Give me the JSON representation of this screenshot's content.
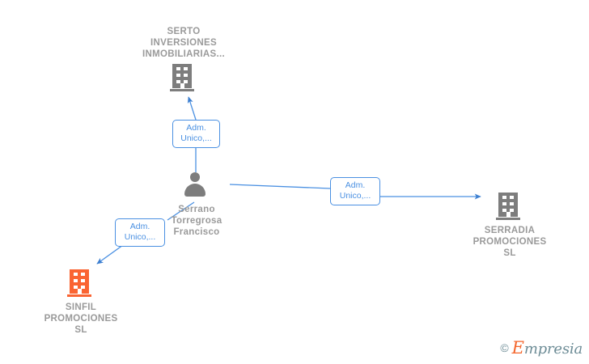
{
  "diagram": {
    "title": "Serrano Torregrosa Francisco - corporate relations graph",
    "colors": {
      "edge": "#4a90e2",
      "chip_border": "#4a90e2",
      "chip_text": "#4a90e2",
      "node_gray": "#7d7d7d",
      "node_highlight_orange": "#fa6432",
      "caption_text": "#9a9a9a",
      "background": "#ffffff"
    },
    "nodes": [
      {
        "id": "serto",
        "icon": "building-icon",
        "label": "SERTO\nINVERSIONES\nINMOBILIARIAS...",
        "color": "#7d7d7d",
        "highlighted": false,
        "label_position": "above"
      },
      {
        "id": "person",
        "icon": "person-icon",
        "label": "Serrano\nTorregrosa\nFrancisco",
        "color": "#7d7d7d",
        "highlighted": false,
        "label_position": "below"
      },
      {
        "id": "serradia",
        "icon": "building-icon",
        "label": "SERRADIA\nPROMOCIONES\nSL",
        "color": "#7d7d7d",
        "highlighted": false,
        "label_position": "below"
      },
      {
        "id": "sinfil",
        "icon": "building-icon",
        "label": "SINFIL\nPROMOCIONES\nSL",
        "color": "#fa6432",
        "highlighted": true,
        "label_position": "below"
      }
    ],
    "edges": [
      {
        "id": "edge-person-serto",
        "from": "person",
        "to": "serto",
        "chip_label": "Adm.\nUnico,...",
        "direction": "up"
      },
      {
        "id": "edge-person-serradia",
        "from": "person",
        "to": "serradia",
        "chip_label": "Adm.\nUnico,...",
        "direction": "right"
      },
      {
        "id": "edge-person-sinfil",
        "from": "person",
        "to": "sinfil",
        "chip_label": "Adm.\nUnico,...",
        "direction": "down-left"
      }
    ]
  },
  "watermark": {
    "copyright": "©",
    "cap": "E",
    "rest": "mpresia"
  }
}
